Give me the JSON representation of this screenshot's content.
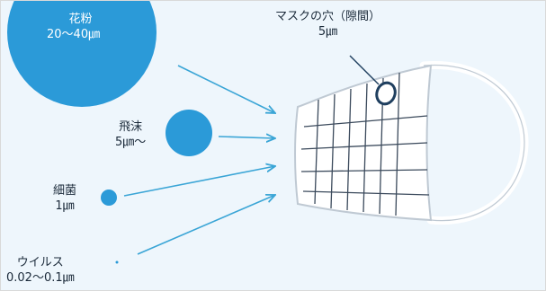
{
  "particles": [
    {
      "name": "花粉",
      "size": "20〜40㎛"
    },
    {
      "name": "飛沫",
      "size": "5㎛〜"
    },
    {
      "name": "細菌",
      "size": "1㎛"
    },
    {
      "name": "ウイルス",
      "size": "0.02〜0.1㎛"
    }
  ],
  "mask_hole": {
    "name": "マスクの穴（隙間）",
    "size": "5㎛"
  },
  "colors": {
    "particle": "#2b9ad8",
    "arrow": "#3aa5d6",
    "mask_stroke": "#bfc9d3",
    "mask_fill": "#ffffff",
    "grid": "#3b4a5c",
    "hole_stroke": "#1f3f5f",
    "background": "#eef6fc"
  }
}
